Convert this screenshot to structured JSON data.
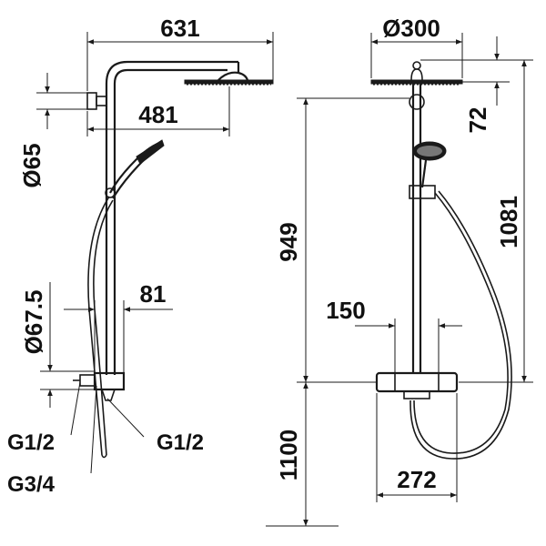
{
  "dimensions": {
    "side_arm_length": "631",
    "head_offset": "481",
    "clamp_diameter": "Ø65",
    "mixer_diameter": "Ø67.5",
    "mixer_projection": "81",
    "head_diameter": "Ø300",
    "head_drop": "72",
    "riser_height": "949",
    "total_height": "1081",
    "mixer_centres": "150",
    "mixer_height_from_floor": "1100",
    "mixer_width": "272"
  },
  "connections": {
    "hot_cold_inlet": "G1/2",
    "hose_outlet": "G1/2",
    "wall_thread": "G3/4"
  }
}
